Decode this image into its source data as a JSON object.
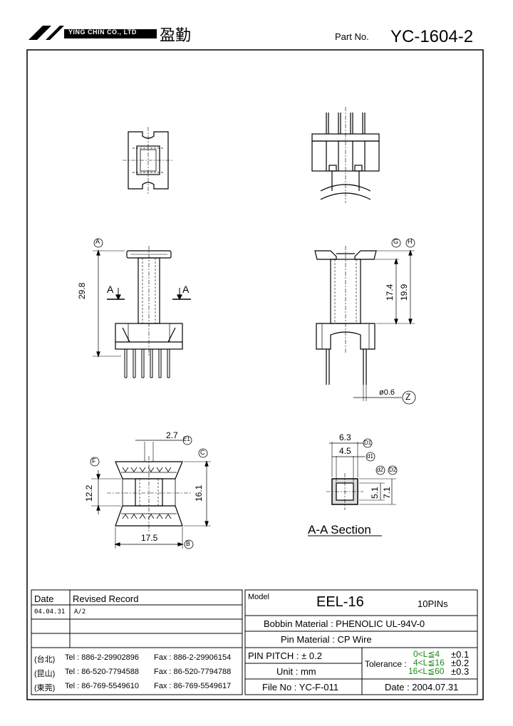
{
  "header": {
    "company": "YING CHIN CO., LTD",
    "company_cn": "盈勤",
    "part_no_label": "Part No.",
    "part_no": "YC-1604-2"
  },
  "drawing": {
    "dims": {
      "h_29_8": "29.8",
      "h_17_4": "17.4",
      "h_19_9": "19.9",
      "pin_dia": "ø0.6",
      "w_2_7": "2.7",
      "h_12_2": "12.2",
      "h_16_1": "16.1",
      "w_17_5": "17.5",
      "w_6_3": "6.3",
      "w_4_5": "4.5",
      "h_5_1": "5.1",
      "h_7_1": "7.1"
    },
    "labels": {
      "A": "A",
      "G": "G",
      "H": "H",
      "Z": "Z",
      "E1": "E1",
      "C": "C",
      "F": "F",
      "B": "B",
      "D1": "D1",
      "d1": "d1",
      "D2": "D2",
      "d2": "d2",
      "section_a": "A",
      "section_a2": "A",
      "section_title": "A-A  Section"
    }
  },
  "record": {
    "date_header": "Date",
    "record_header": "Revised  Record",
    "rows": [
      {
        "date": "04.04.31",
        "record": "A/2"
      },
      {
        "date": "",
        "record": ""
      },
      {
        "date": "",
        "record": ""
      }
    ]
  },
  "contacts": [
    {
      "loc": "(台北)",
      "tel": "Tel : 886-2-29902896",
      "fax": "Fax : 886-2-29906154"
    },
    {
      "loc": "(昆山)",
      "tel": "Tel : 86-520-7794588",
      "fax": "Fax : 86-520-7794788"
    },
    {
      "loc": "(東莞)",
      "tel": "Tel : 86-769-5549610",
      "fax": "Fax : 86-769-5549617"
    }
  ],
  "spec": {
    "model_label": "Model",
    "model": "EEL-16",
    "pins": "10PINs",
    "bobbin": "Bobbin  Material : PHENOLIC UL-94V-0",
    "pin_material": "Pin  Material : CP Wire",
    "pin_pitch": "PIN  PITCH : ± 0.2",
    "unit": "Unit : mm",
    "file_no": "File  No : YC-F-011",
    "tolerance_label": "Tolerance :",
    "tol_rows": [
      {
        "range": "0<L≦4",
        "tol": "±0.1"
      },
      {
        "range": "4<L≦16",
        "tol": "±0.2"
      },
      {
        "range": "16<L≦60",
        "tol": "±0.3"
      }
    ],
    "date": "Date : 2004.07.31"
  }
}
